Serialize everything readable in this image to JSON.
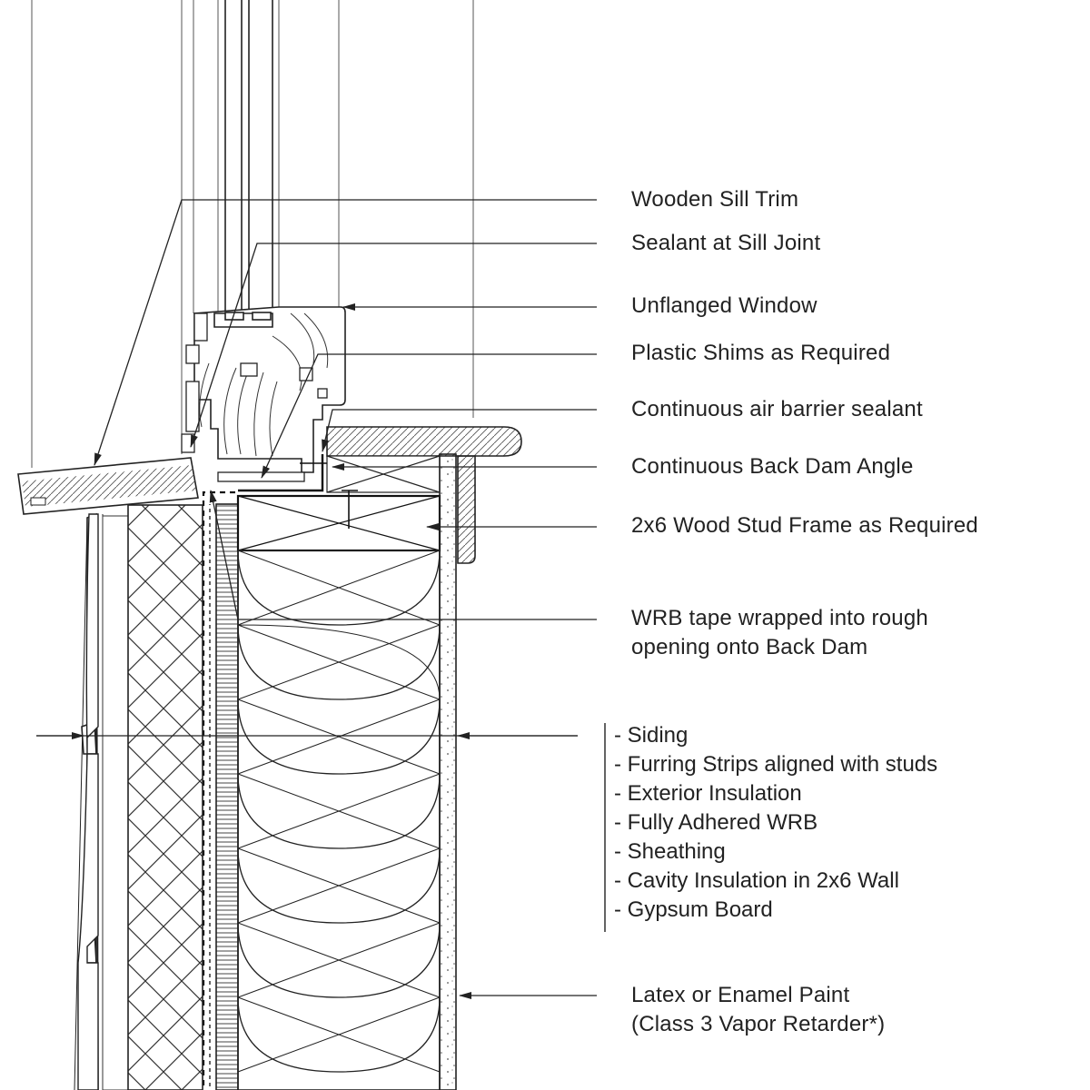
{
  "labels": {
    "sill_trim": "Wooden Sill Trim",
    "sealant_sill": "Sealant at Sill Joint",
    "window": "Unflanged Window",
    "shims": "Plastic Shims as Required",
    "air_barrier": "Continuous air barrier sealant",
    "back_dam": "Continuous Back Dam Angle",
    "stud_frame": "2x6 Wood Stud Frame as Required",
    "wrb_tape_line1": "WRB tape wrapped into rough",
    "wrb_tape_line2": "opening onto Back Dam",
    "paint_line1": "Latex or Enamel Paint",
    "paint_line2": "(Class 3 Vapor Retarder*)"
  },
  "wall_layers": [
    "- Siding",
    "- Furring Strips aligned with studs",
    "- Exterior Insulation",
    "- Fully Adhered WRB",
    "- Sheathing",
    "- Cavity Insulation in 2x6 Wall",
    "- Gypsum Board"
  ]
}
